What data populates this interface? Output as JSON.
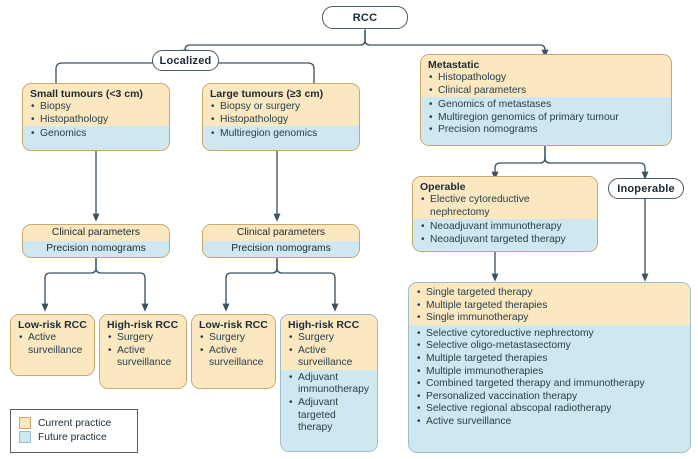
{
  "figure": {
    "type": "clinical-decision-flowchart",
    "topic": "RCC"
  },
  "colors": {
    "current_practice": "#fbe7c0",
    "future_practice": "#cfe7ef",
    "current_border": "#c9a96b",
    "future_border": "#9dbfcd",
    "connector": "#3d5363",
    "text": "#1d2b36"
  },
  "nodes": {
    "root": "RCC",
    "localized": "Localized",
    "metastatic_header": "Metastatic",
    "operable_header": "Operable",
    "inoperable": "Inoperable"
  },
  "boxes": {
    "small_tumours": {
      "header": "Small tumours (<3 cm)",
      "current": [
        "Biopsy",
        "Histopathology"
      ],
      "future": [
        "Genomics"
      ]
    },
    "large_tumours": {
      "header": "Large tumours (≥3 cm)",
      "current": [
        "Biopsy or surgery",
        "Histopathology"
      ],
      "future": [
        "Multiregion genomics"
      ]
    },
    "metastatic": {
      "header": "Metastatic",
      "current": [
        "Histopathology",
        "Clinical parameters"
      ],
      "future": [
        "Genomics of metastases",
        "Multiregion genomics of primary tumour",
        "Precision nomograms"
      ]
    },
    "nomogram_left": {
      "current_line": "Clinical parameters",
      "future_line": "Precision nomograms"
    },
    "nomogram_right": {
      "current_line": "Clinical parameters",
      "future_line": "Precision nomograms"
    },
    "operable": {
      "header": "Operable",
      "current": [
        "Elective cytoreductive nephrectomy"
      ],
      "future": [
        "Neoadjuvant immunotherapy",
        "Neoadjuvant targeted therapy"
      ]
    },
    "low_risk_small": {
      "header": "Low-risk RCC",
      "current": [
        "Active surveillance"
      ],
      "future": []
    },
    "high_risk_small": {
      "header": "High-risk RCC",
      "current": [
        "Surgery",
        "Active surveillance"
      ],
      "future": []
    },
    "low_risk_large": {
      "header": "Low-risk RCC",
      "current": [
        "Surgery",
        "Active surveillance"
      ],
      "future": []
    },
    "high_risk_large": {
      "header": "High-risk RCC",
      "current": [
        "Surgery",
        "Active surveillance"
      ],
      "future": [
        "Adjuvant immunotherapy",
        "Adjuvant targeted therapy"
      ]
    },
    "metastatic_treatment": {
      "header": "",
      "current": [
        "Single targeted therapy",
        "Multiple targeted therapies",
        "Single immunotherapy"
      ],
      "future": [
        "Selective cytoreductive nephrectomy",
        "Selective oligo-metastasectomy",
        "Multiple targeted therapies",
        "Multiple immunotherapies",
        "Combined targeted therapy and immunotherapy",
        "Personalized vaccination therapy",
        "Selective regional abscopal radiotherapy",
        "Active surveillance"
      ]
    }
  },
  "legend": {
    "items": [
      {
        "label": "Current practice",
        "color": "#fbe7c0"
      },
      {
        "label": "Future practice",
        "color": "#cfe7ef"
      }
    ]
  }
}
